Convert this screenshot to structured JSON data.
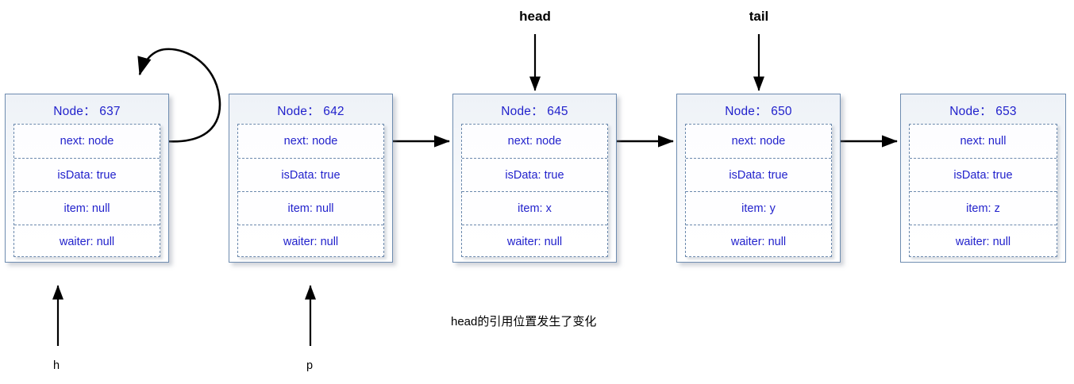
{
  "diagram": {
    "caption": "head的引用位置发生了变化",
    "pointers": [
      {
        "name": "head-pointer-label",
        "label": "head"
      },
      {
        "name": "tail-pointer-label",
        "label": "tail"
      }
    ],
    "variables": [
      {
        "name": "h-variable-label",
        "label": "h"
      },
      {
        "name": "p-variable-label",
        "label": "p"
      }
    ],
    "nodes": [
      {
        "title": "Node： 637",
        "fields": [
          "next: node",
          "isData: true",
          "item: null",
          "waiter: null"
        ]
      },
      {
        "title": "Node： 642",
        "fields": [
          "next: node",
          "isData: true",
          "item: null",
          "waiter: null"
        ]
      },
      {
        "title": "Node： 645",
        "fields": [
          "next: node",
          "isData: true",
          "item: x",
          "waiter: null"
        ]
      },
      {
        "title": "Node： 650",
        "fields": [
          "next: node",
          "isData: true",
          "item: y",
          "waiter: null"
        ]
      },
      {
        "title": "Node： 653",
        "fields": [
          "next: null",
          "isData: true",
          "item: z",
          "waiter: null"
        ]
      }
    ],
    "colors": {
      "node_text": "#2222cc",
      "node_border": "#6e8cb0",
      "field_border": "#6b89ad",
      "arrow": "#000000",
      "background": "#ffffff"
    }
  }
}
